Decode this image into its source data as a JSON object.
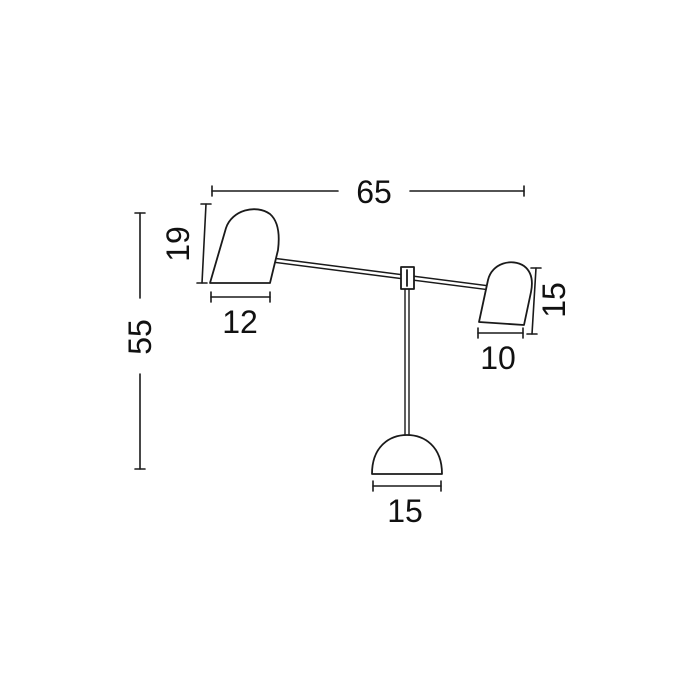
{
  "dimensions": {
    "total_width": "65",
    "total_height": "55",
    "left_shade_height": "19",
    "left_shade_width": "12",
    "right_shade_height": "15",
    "right_shade_width": "10",
    "base_width": "15"
  },
  "colors": {
    "line": "#1a1a1a",
    "background": "#ffffff"
  }
}
